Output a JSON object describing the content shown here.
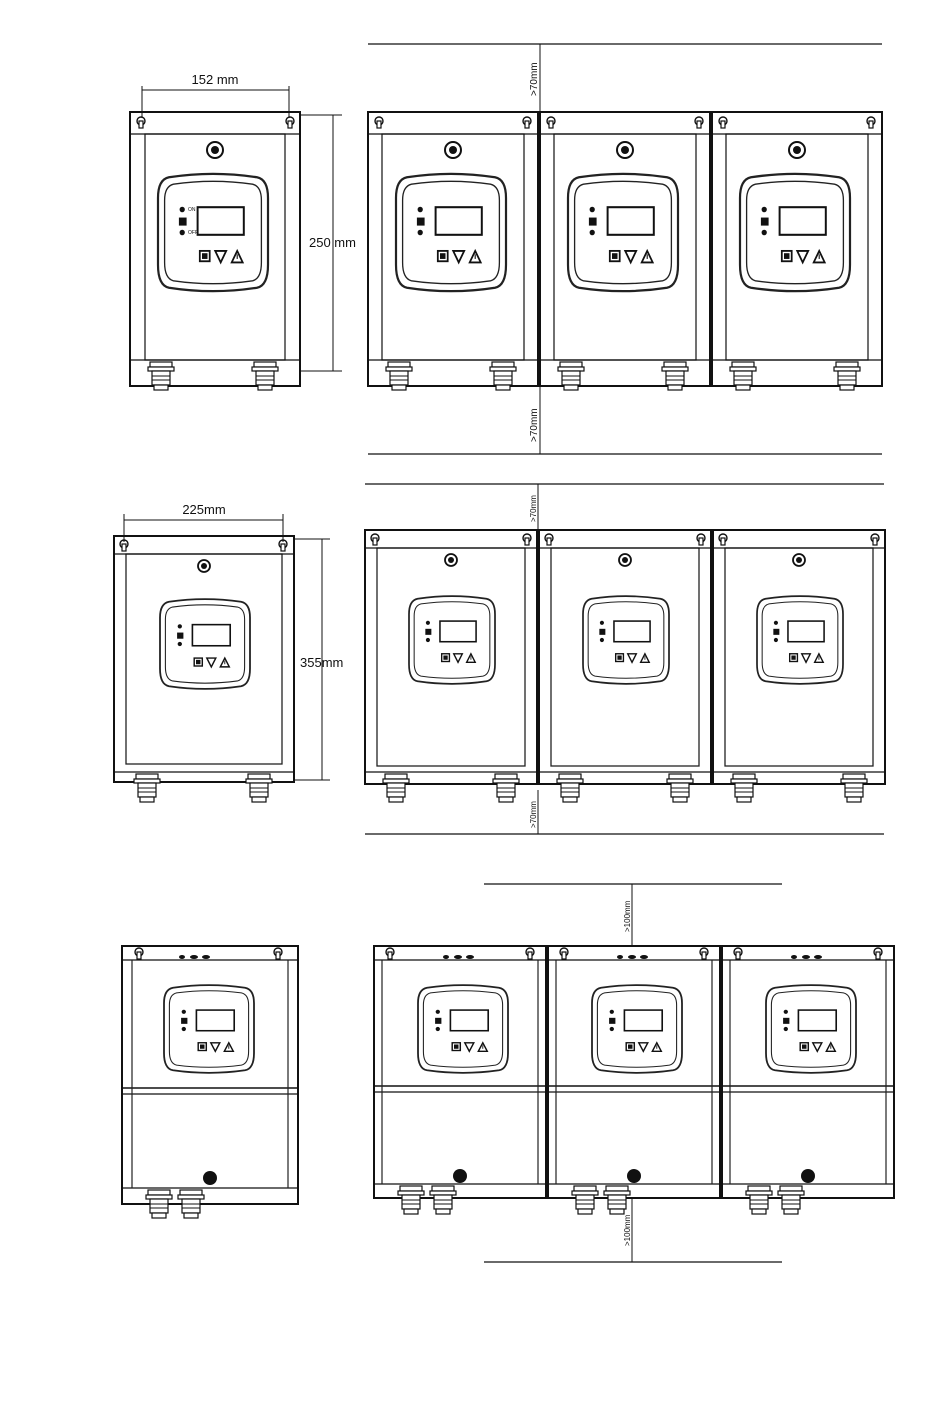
{
  "section1": {
    "width_label": "152 mm",
    "height_label": "250 mm",
    "top_clearance": ">70mm",
    "bottom_clearance": ">70mm"
  },
  "section2": {
    "width_label": "225mm",
    "height_label": "355mm",
    "top_clearance": ">70mm",
    "bottom_clearance": ">70mm"
  },
  "section3": {
    "top_clearance": ">100mm",
    "bottom_clearance": ">100mm"
  },
  "panel": {
    "led_on": "ON",
    "led_off": "OFF"
  }
}
